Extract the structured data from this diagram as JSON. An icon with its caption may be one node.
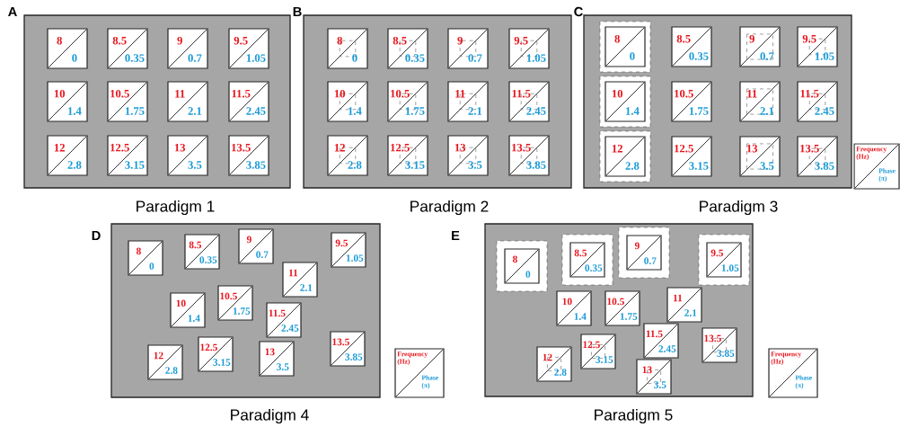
{
  "diagram": {
    "nodes": [
      {
        "text": [],
        "shape": "box",
        "beside": [
          "A",
          "Paradigm 1"
        ]
      },
      {
        "text": [
          "8",
          "0"
        ],
        "in": 0
      },
      {
        "text": [
          "8.5",
          "0.35"
        ],
        "in": 0
      },
      {
        "text": [
          "9",
          "0.7"
        ],
        "in": 0
      },
      {
        "text": [
          "9.5",
          "1.05"
        ],
        "in": 0
      },
      {
        "text": [
          "10",
          "1.4"
        ],
        "in": 0
      },
      {
        "text": [
          "10.5",
          "1.75"
        ],
        "in": 0
      },
      {
        "text": [
          "11",
          "2.1"
        ],
        "in": 0
      },
      {
        "text": [
          "11.5",
          "2.45"
        ],
        "in": 0
      },
      {
        "text": [
          "12",
          "2.8"
        ],
        "in": 0
      },
      {
        "text": [
          "12.5",
          "3.15"
        ],
        "in": 0
      },
      {
        "text": [
          "13",
          "3.5"
        ],
        "in": 0
      },
      {
        "text": [
          "13.5",
          "3.85"
        ],
        "in": 0
      },
      {
        "text": [],
        "shape": "box",
        "beside": [
          "B",
          "Paradigm 2"
        ]
      },
      {
        "text": [
          "8",
          "0"
        ],
        "in": 13
      },
      {
        "text": [
          "8.5",
          "0.35"
        ],
        "in": 13
      },
      {
        "text": [
          "9",
          "0.7"
        ],
        "in": 13
      },
      {
        "text": [
          "9.5",
          "1.05"
        ],
        "in": 13
      },
      {
        "text": [
          "10",
          "1.4"
        ],
        "in": 13
      },
      {
        "text": [
          "10.5",
          "1.75"
        ],
        "in": 13
      },
      {
        "text": [
          "11",
          "2.1"
        ],
        "in": 13
      },
      {
        "text": [
          "11.5",
          "2.45"
        ],
        "in": 13
      },
      {
        "text": [
          "12",
          "2.8"
        ],
        "in": 13
      },
      {
        "text": [
          "12.5",
          "3.15"
        ],
        "in": 13
      },
      {
        "text": [
          "13",
          "3.5"
        ],
        "in": 13
      },
      {
        "text": [
          "13.5",
          "3.85"
        ],
        "in": 13
      },
      {
        "text": [],
        "shape": "box",
        "beside": [
          "C",
          "Paradigm 3"
        ]
      },
      {
        "text": [
          "8",
          "0"
        ],
        "in": 26
      },
      {
        "text": [
          "8.5",
          "0.35"
        ],
        "in": 26
      },
      {
        "text": [
          "9",
          "0.7"
        ],
        "in": 26
      },
      {
        "text": [
          "9.5",
          "1.05"
        ],
        "in": 26
      },
      {
        "text": [
          "10",
          "1.4"
        ],
        "in": 26
      },
      {
        "text": [
          "10.5",
          "1.75"
        ],
        "in": 26
      },
      {
        "text": [
          "11",
          "2.1"
        ],
        "in": 26
      },
      {
        "text": [
          "11.5",
          "2.45"
        ],
        "in": 26
      },
      {
        "text": [
          "12",
          "2.8"
        ],
        "in": 26
      },
      {
        "text": [
          "12.5",
          "3.15"
        ],
        "in": 26
      },
      {
        "text": [
          "13",
          "3.5"
        ],
        "in": 26
      },
      {
        "text": [
          "13.5",
          "3.85"
        ],
        "in": 26
      },
      {
        "text": [
          "Frequency (Hz)",
          "Phase (π)"
        ]
      },
      {
        "text": [],
        "shape": "box",
        "beside": [
          "D",
          "Paradigm 4"
        ]
      },
      {
        "text": [
          "8",
          "0"
        ],
        "in": 40
      },
      {
        "text": [
          "8.5",
          "0.35"
        ],
        "in": 40
      },
      {
        "text": [
          "9",
          "0.7"
        ],
        "in": 40
      },
      {
        "text": [
          "9.5",
          "1.05"
        ],
        "in": 40
      },
      {
        "text": [
          "10",
          "1.4"
        ],
        "in": 40
      },
      {
        "text": [
          "10.5",
          "1.75"
        ],
        "in": 40
      },
      {
        "text": [
          "11",
          "2.1"
        ],
        "in": 40
      },
      {
        "text": [
          "11.5",
          "2.45"
        ],
        "in": 40
      },
      {
        "text": [
          "12",
          "2.8"
        ],
        "in": 40
      },
      {
        "text": [
          "12.5",
          "3.15"
        ],
        "in": 40
      },
      {
        "text": [
          "13",
          "3.5"
        ],
        "in": 40
      },
      {
        "text": [
          "13.5",
          "3.85"
        ],
        "in": 40
      },
      {
        "text": [
          "Frequency (Hz)",
          "Phase (π)"
        ]
      },
      {
        "text": [],
        "shape": "box",
        "beside": [
          "E",
          "Paradigm 5"
        ]
      },
      {
        "text": [
          "8",
          "0"
        ],
        "in": 54
      },
      {
        "text": [
          "8.5",
          "0.35"
        ],
        "in": 54
      },
      {
        "text": [
          "9",
          "0.7"
        ],
        "in": 54
      },
      {
        "text": [
          "9.5",
          "1.05"
        ],
        "in": 54
      },
      {
        "text": [
          "10",
          "1.4"
        ],
        "in": 54
      },
      {
        "text": [
          "10.5",
          "1.75"
        ],
        "in": 54
      },
      {
        "text": [
          "11",
          "2.1"
        ],
        "in": 54
      },
      {
        "text": [
          "11.5",
          "2.45"
        ],
        "in": 54
      },
      {
        "text": [
          "12",
          "2.8"
        ],
        "in": 54
      },
      {
        "text": [
          "12.5",
          "3.15"
        ],
        "in": 54
      },
      {
        "text": [
          "13",
          "3.5"
        ],
        "in": 54
      },
      {
        "text": [
          "13.5",
          "3.85"
        ],
        "in": 54
      },
      {
        "text": [
          "Frequency (Hz)",
          "Phase (π)"
        ]
      }
    ]
  }
}
